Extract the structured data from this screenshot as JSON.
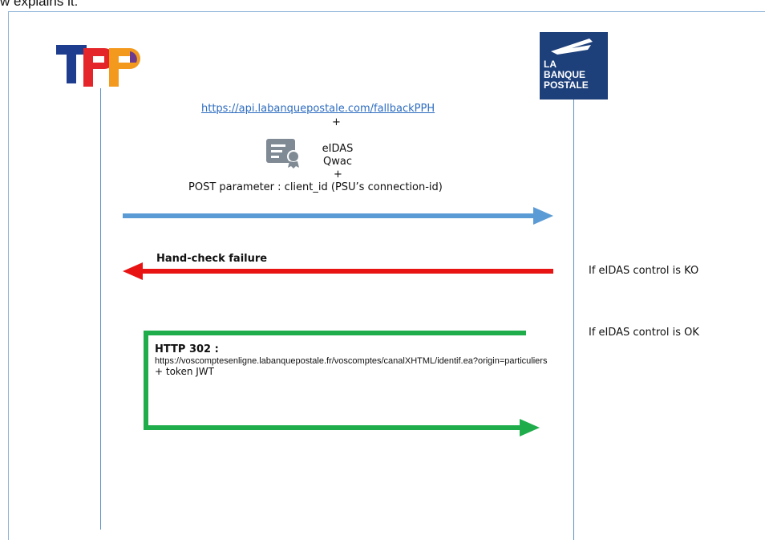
{
  "caption": "w explains it:",
  "participants": {
    "left": {
      "name": "TPP"
    },
    "right": {
      "name_lines": [
        "LA",
        "BANQUE",
        "POSTALE"
      ]
    }
  },
  "request": {
    "url": "https://api.labanquepostale.com/fallbackPPH",
    "plus1": "+",
    "cert_line1": "eIDAS",
    "cert_line2": "Qwac",
    "plus2": "+",
    "post_param": "POST parameter : client_id (PSU’s connection-id)"
  },
  "failure": {
    "label": "Hand-check failure",
    "note": "If eIDAS control is KO"
  },
  "success": {
    "note": "If eIDAS control is OK",
    "title": "HTTP 302 :",
    "url": "https://voscomptesenligne.labanquepostale.fr/voscomptes/canalXHTML/identif.ea?origin=particuliers",
    "token": "+ token JWT"
  },
  "colors": {
    "request_arrow": "#5b9bd5",
    "failure_arrow": "#e81414",
    "success_arrow": "#1fad4b",
    "lifeline": "#5b8fc7",
    "link": "#2d6cc0",
    "lbp_blue": "#1d3f7a"
  }
}
